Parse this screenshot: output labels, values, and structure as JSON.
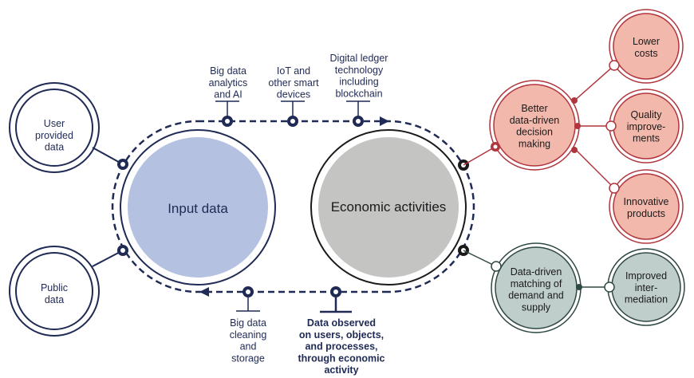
{
  "colors": {
    "navy": "#1f2a55",
    "input_fill": "#b4c1e0",
    "econ_fill": "#c4c5c3",
    "salmon_fill": "#f3b8ac",
    "salmon_stroke": "#b0353d",
    "teal_fill": "#bfcdcb",
    "teal_stroke": "#2e4844"
  },
  "left_nodes": {
    "user_provided": "User\nprovided\ndata",
    "public": "Public\ndata"
  },
  "main": {
    "input_data": "Input data",
    "economic_activities": "Economic activities"
  },
  "top_labels": {
    "big_data_analytics": "Big data\nanalytics\nand AI",
    "iot": "IoT and\nother smart\ndevices",
    "digital_ledger": "Digital ledger\ntechnology\nincluding\nblockchain"
  },
  "bottom_labels": {
    "big_data_cleaning": "Big data\ncleaning\nand\nstorage",
    "data_observed": "Data observed\non users, objects,\nand processes,\nthrough economic\nactivity"
  },
  "outcomes": {
    "better_decision": "Better\ndata-driven\ndecision\nmaking",
    "lower_costs": "Lower\ncosts",
    "quality": "Quality\nimprove-\nments",
    "innovative": "Innovative\nproducts",
    "matching": "Data-driven\nmatching of\ndemand and\nsupply",
    "intermediation": "Improved\ninter-\nmediation"
  }
}
